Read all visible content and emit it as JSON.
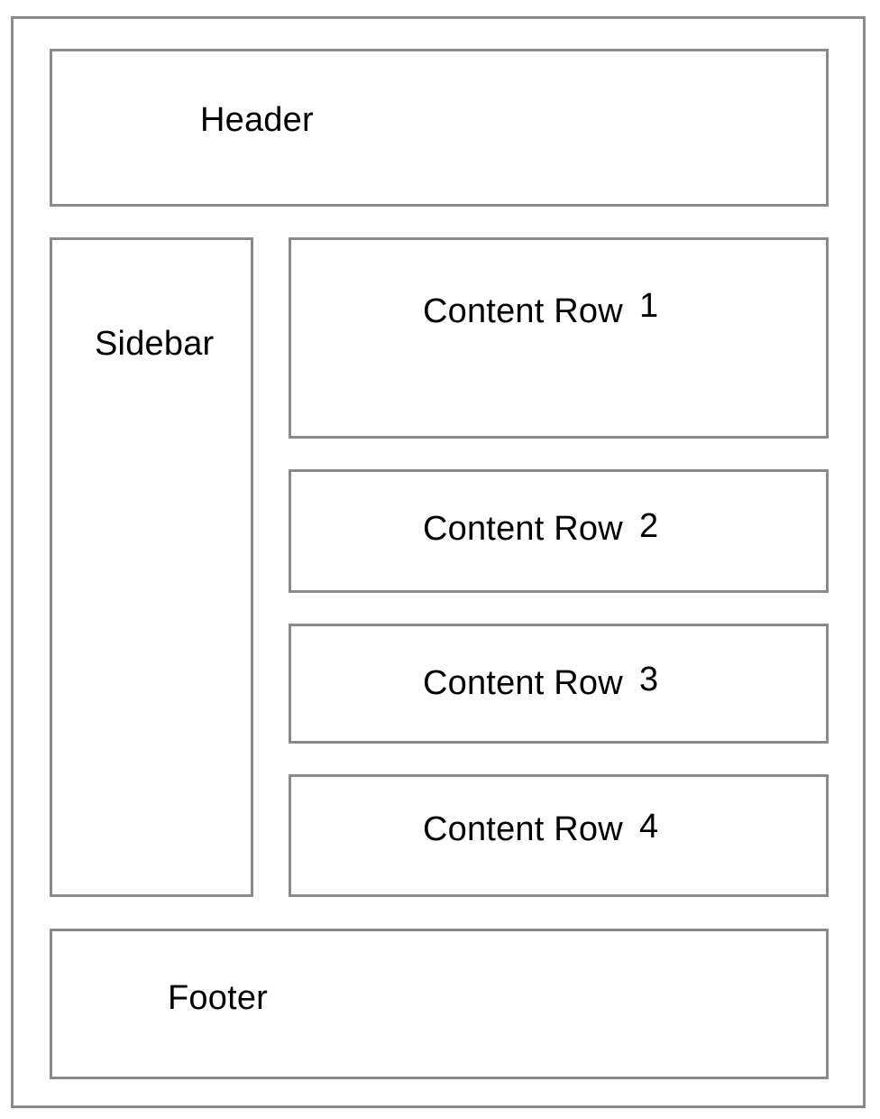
{
  "layout": {
    "header": "Header",
    "sidebar": "Sidebar",
    "content_rows": [
      {
        "label": "Content Row",
        "number": "1"
      },
      {
        "label": "Content Row",
        "number": "2"
      },
      {
        "label": "Content Row",
        "number": "3"
      },
      {
        "label": "Content Row",
        "number": "4"
      }
    ],
    "footer": "Footer"
  },
  "colors": {
    "border": "#8a8a8d",
    "background": "#ffffff",
    "text": "#000000"
  }
}
